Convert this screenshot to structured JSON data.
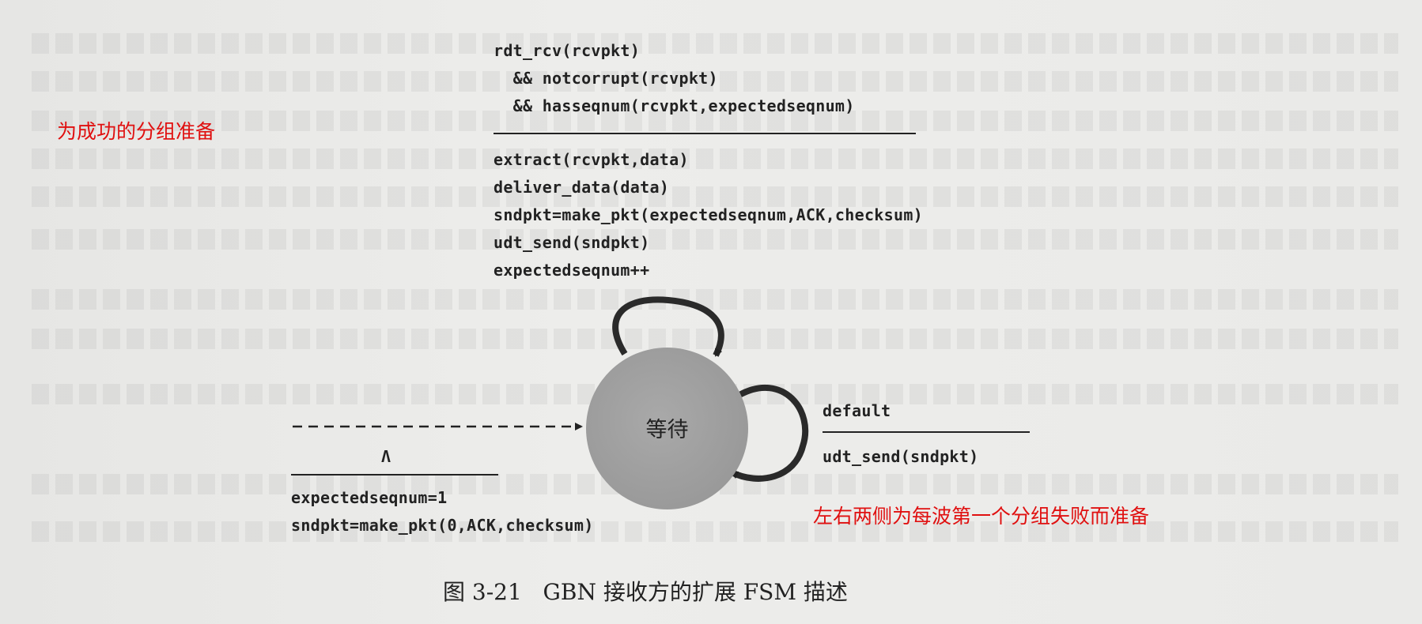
{
  "diagram": {
    "top_transition": {
      "event_lines": [
        "rdt_rcv(rcvpkt)",
        "  && notcorrupt(rcvpkt)",
        "  && hasseqnum(rcvpkt,expectedseqnum)"
      ],
      "action_lines": [
        "extract(rcvpkt,data)",
        "deliver_data(data)",
        "sndpkt=make_pkt(expectedseqnum,ACK,checksum)",
        "udt_send(sndpkt)",
        "expectedseqnum++"
      ]
    },
    "right_transition": {
      "event": "default",
      "action": "udt_send(sndpkt)"
    },
    "initial_transition": {
      "event": "Λ",
      "action_lines": [
        "expectedseqnum=1",
        "sndpkt=make_pkt(0,ACK,checksum)"
      ]
    },
    "state": {
      "label": "等待"
    }
  },
  "annotations": {
    "left_note": "为成功的分组准备",
    "right_note": "左右两侧为每波第一个分组失败而准备"
  },
  "caption": "图 3-21   GBN 接收方的扩展 FSM 描述",
  "colors": {
    "annotation": "#e01010",
    "state_fill": "#9a9a9a",
    "ink": "#222222"
  }
}
